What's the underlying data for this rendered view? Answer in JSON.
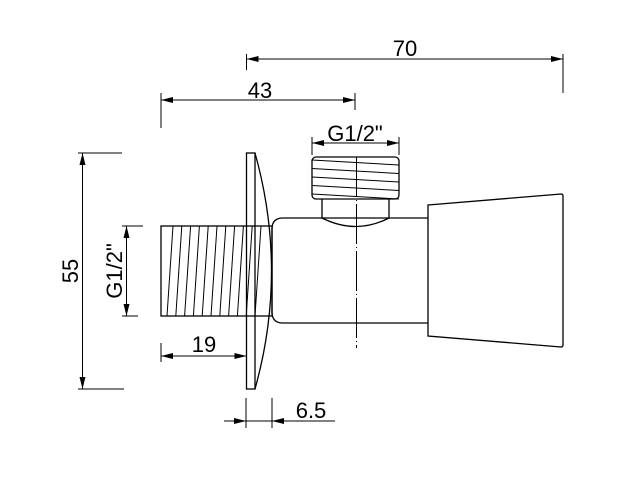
{
  "drawing": {
    "dimensions": {
      "overall_length": "70",
      "inlet_to_outlet_axis": "43",
      "outlet_thread": "G1/2\"",
      "flange_height": "55",
      "inlet_thread": "G1/2\"",
      "inlet_thread_length": "19",
      "flange_thickness": "6.5"
    }
  }
}
